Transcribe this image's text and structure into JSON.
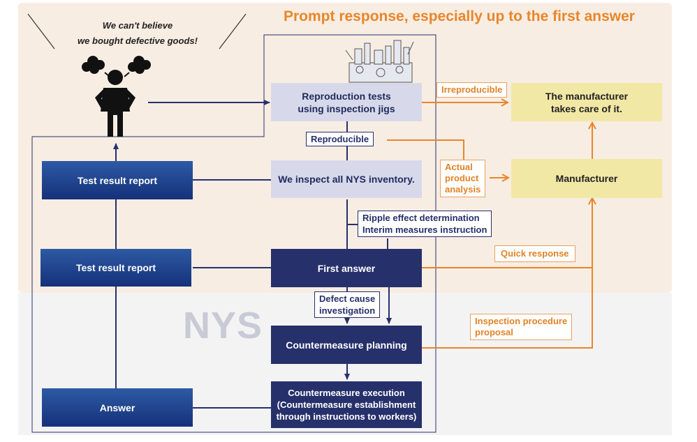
{
  "headline": "Prompt response, especially up to the first answer",
  "quote": [
    "We can't believe",
    "we bought defective goods!"
  ],
  "nys_label": "NYS",
  "boxes": {
    "reproduction_tests": [
      "Reproduction tests",
      "using inspection jigs"
    ],
    "inspect_inventory": "We inspect all NYS inventory.",
    "first_answer": "First answer",
    "countermeasure_planning": "Countermeasure planning",
    "countermeasure_execution": [
      "Countermeasure execution",
      "(Countermeasure establishment",
      "through instructions to workers)"
    ],
    "test_result_report_1": "Test result report",
    "test_result_report_2": "Test result report",
    "answer": "Answer",
    "manufacturer_takes_care": [
      "The manufacturer",
      "takes care of it."
    ],
    "manufacturer": "Manufacturer"
  },
  "labels": {
    "reproducible": "Reproducible",
    "irreproducible": "Irreproducible",
    "actual_product_analysis": [
      "Actual",
      "product",
      "analysis"
    ],
    "ripple_effect": [
      "Ripple effect determination",
      "Interim measures instruction"
    ],
    "quick_response": "Quick response",
    "defect_cause": [
      "Defect cause",
      "investigation"
    ],
    "inspection_procedure": [
      "Inspection procedure",
      "proposal"
    ]
  },
  "colors": {
    "navy": "#26306b",
    "orange": "#e8862a",
    "lavender": "#d7d9ea",
    "yellow": "#f2e8a5",
    "peach_bg": "#f8ede3"
  },
  "icons": [
    "angry-customer-icon",
    "steam-puff-icon",
    "inspection-jig-icon"
  ]
}
